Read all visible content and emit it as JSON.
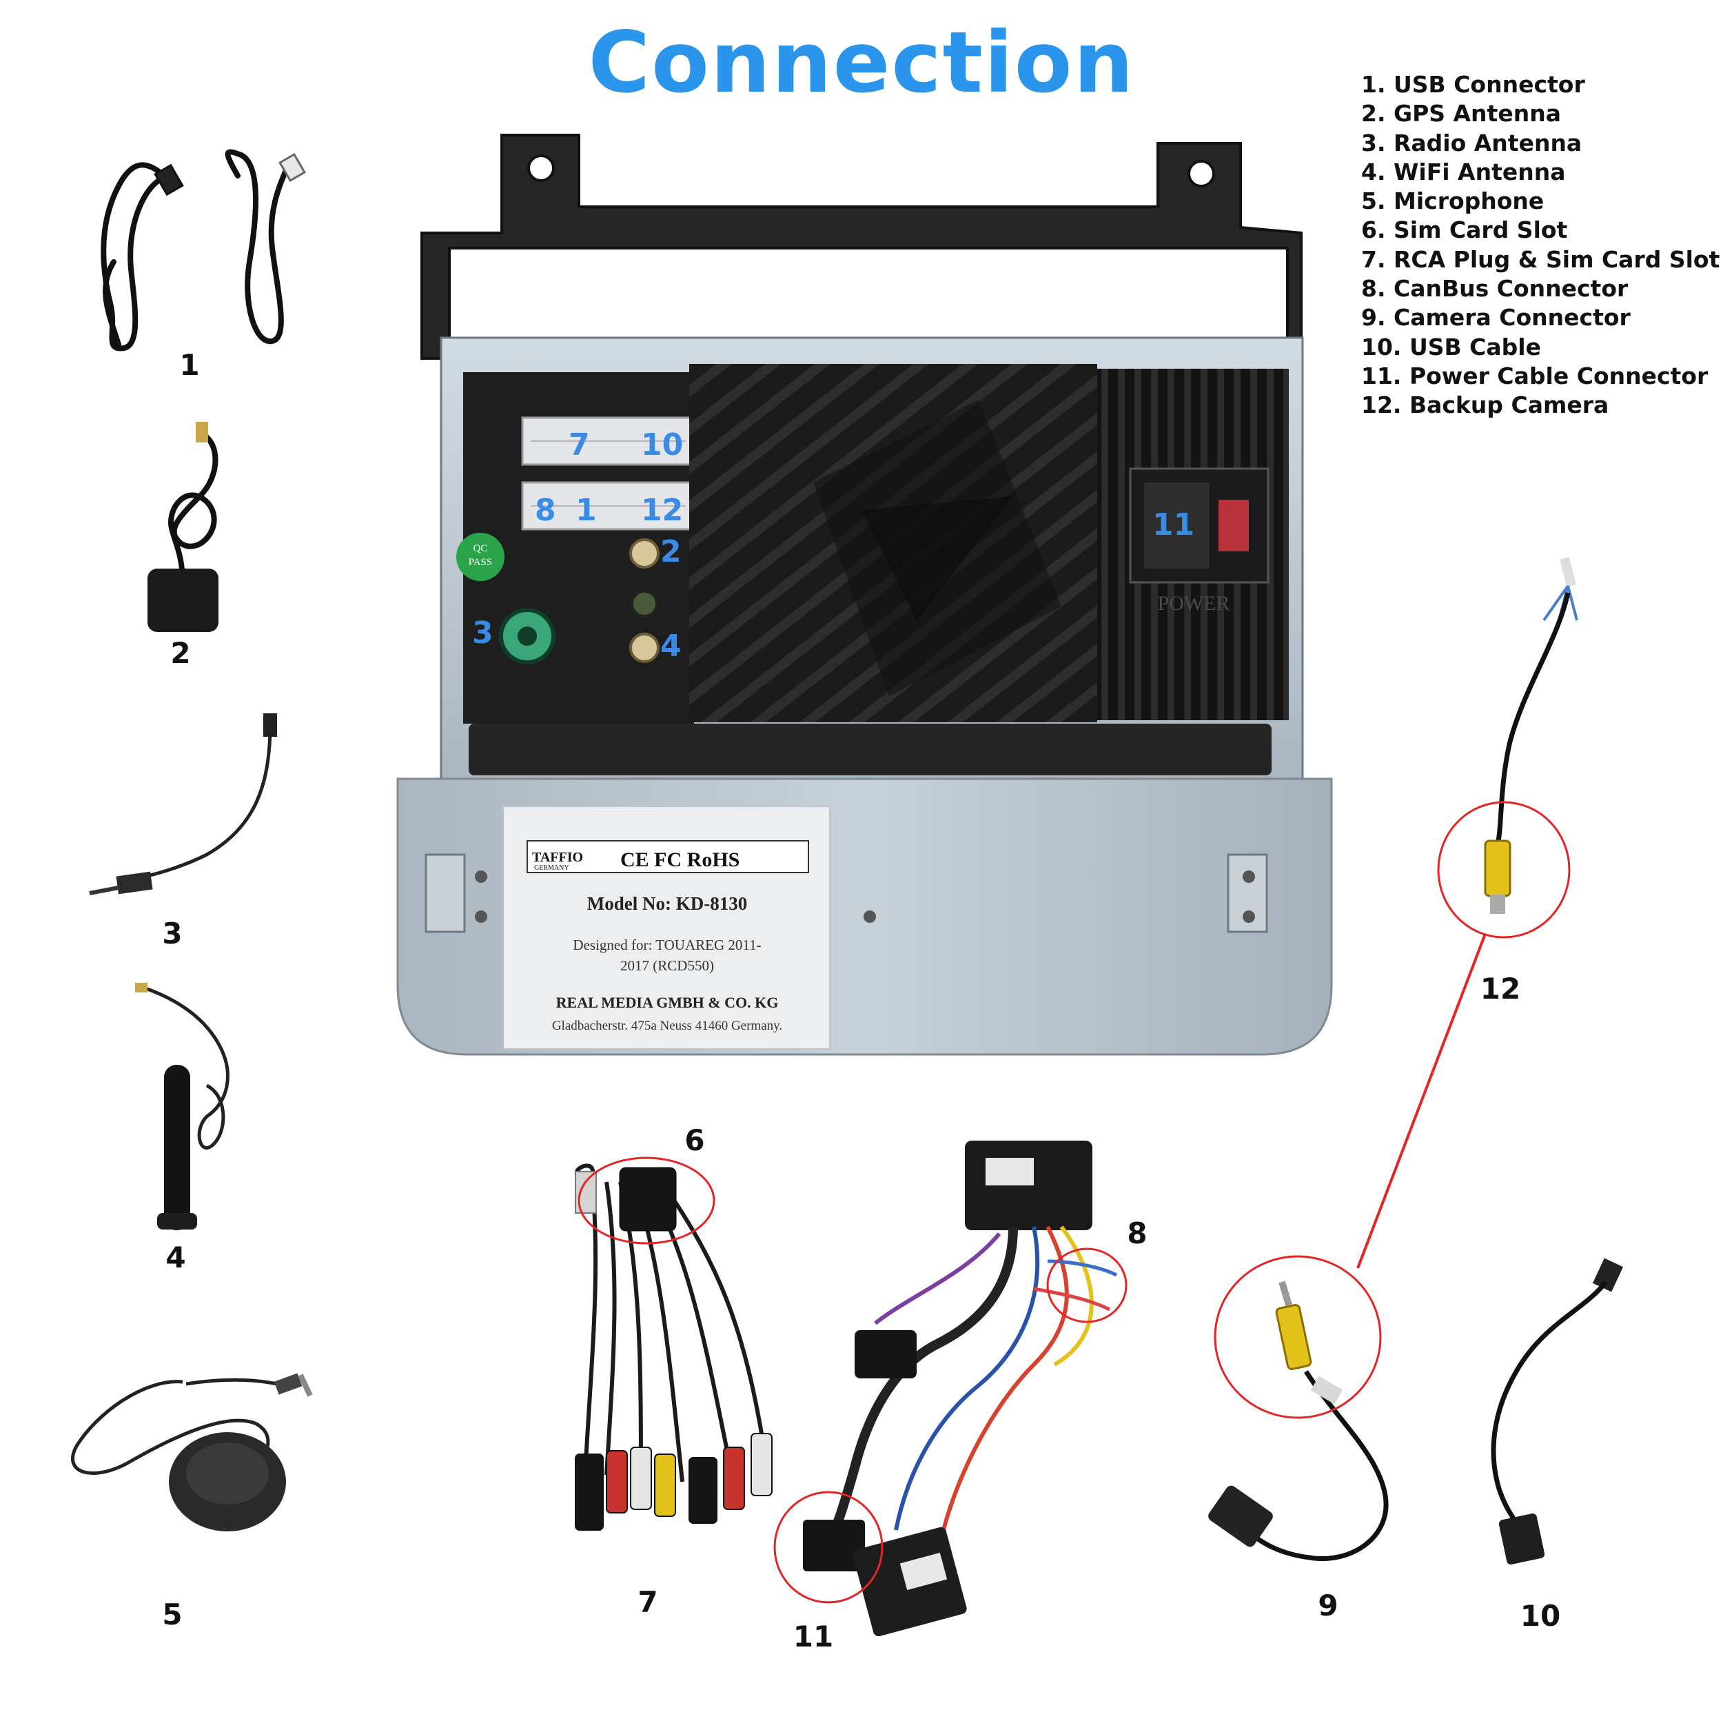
{
  "title": "Connection",
  "legend": [
    "1. USB Connector",
    "2. GPS Antenna",
    "3. Radio Antenna",
    "4. WiFi Antenna",
    "5. Microphone",
    "6. Sim Card Slot",
    "7. RCA Plug & Sim Card Slot",
    "8. CanBus Connector",
    "9. Camera Connector",
    "10. USB Cable",
    "11. Power Cable Connector",
    "12. Backup Camera"
  ],
  "component_numbers": [
    "1",
    "2",
    "3",
    "4",
    "5",
    "6",
    "7",
    "8",
    "9",
    "10",
    "11",
    "12"
  ],
  "port_labels": {
    "p7": "7",
    "p10": "10",
    "p8": "8",
    "p1": "1",
    "p12": "12",
    "p2": "2",
    "p3": "3",
    "p4": "4",
    "p11": "11"
  },
  "unit": {
    "qc_label": "QC\nPASS",
    "power_label": "POWER",
    "brand": "TAFFIO",
    "brand_sub": "GERMANY",
    "cert": "CE  FC  RoHS",
    "model": "Model No:  KD-8130",
    "designed_1": "Designed for: TOUAREG 2011-",
    "designed_2": "2017 (RCD550)",
    "company": "REAL MEDIA GMBH & CO. KG",
    "address": "Gladbacherstr. 475a Neuss 41460 Germany."
  },
  "colors": {
    "title": "#2a95ea",
    "port_label": "#3a8be6",
    "circle": "#e52424",
    "unit_body": "#bfcad4",
    "unit_dark": "#1c1c1c",
    "qc_green": "#2aa34a",
    "rca_yellow": "#e3c21c"
  }
}
